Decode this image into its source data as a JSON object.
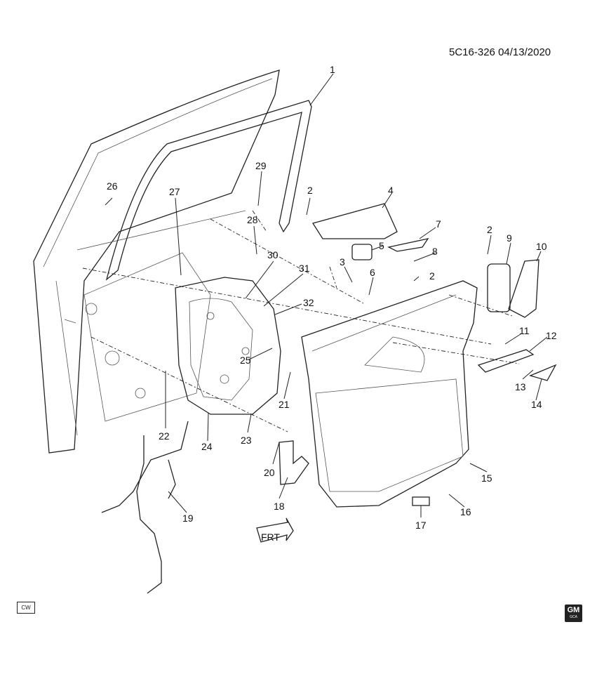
{
  "header": {
    "ref": "5C16-326",
    "date": "04/13/2020"
  },
  "badges": {
    "cw": "CW",
    "gm_logo": "GM",
    "gm_sub": "GCA"
  },
  "callouts": [
    {
      "id": "1",
      "label": "1"
    },
    {
      "id": "2a",
      "label": "2"
    },
    {
      "id": "2b",
      "label": "2"
    },
    {
      "id": "2c",
      "label": "2"
    },
    {
      "id": "3",
      "label": "3"
    },
    {
      "id": "4",
      "label": "4"
    },
    {
      "id": "5",
      "label": "5"
    },
    {
      "id": "6",
      "label": "6"
    },
    {
      "id": "7",
      "label": "7"
    },
    {
      "id": "8",
      "label": "8"
    },
    {
      "id": "9",
      "label": "9"
    },
    {
      "id": "10",
      "label": "10"
    },
    {
      "id": "11",
      "label": "11"
    },
    {
      "id": "12",
      "label": "12"
    },
    {
      "id": "13",
      "label": "13"
    },
    {
      "id": "14",
      "label": "14"
    },
    {
      "id": "15",
      "label": "15"
    },
    {
      "id": "16",
      "label": "16"
    },
    {
      "id": "17",
      "label": "17"
    },
    {
      "id": "18",
      "label": "18"
    },
    {
      "id": "19",
      "label": "19"
    },
    {
      "id": "20",
      "label": "20"
    },
    {
      "id": "21",
      "label": "21"
    },
    {
      "id": "22",
      "label": "22"
    },
    {
      "id": "23",
      "label": "23"
    },
    {
      "id": "24",
      "label": "24"
    },
    {
      "id": "25",
      "label": "25"
    },
    {
      "id": "26",
      "label": "26"
    },
    {
      "id": "27",
      "label": "27"
    },
    {
      "id": "28",
      "label": "28"
    },
    {
      "id": "29",
      "label": "29"
    },
    {
      "id": "30",
      "label": "30"
    },
    {
      "id": "31",
      "label": "31"
    },
    {
      "id": "32",
      "label": "32"
    }
  ],
  "frt_arrow": "FRT"
}
